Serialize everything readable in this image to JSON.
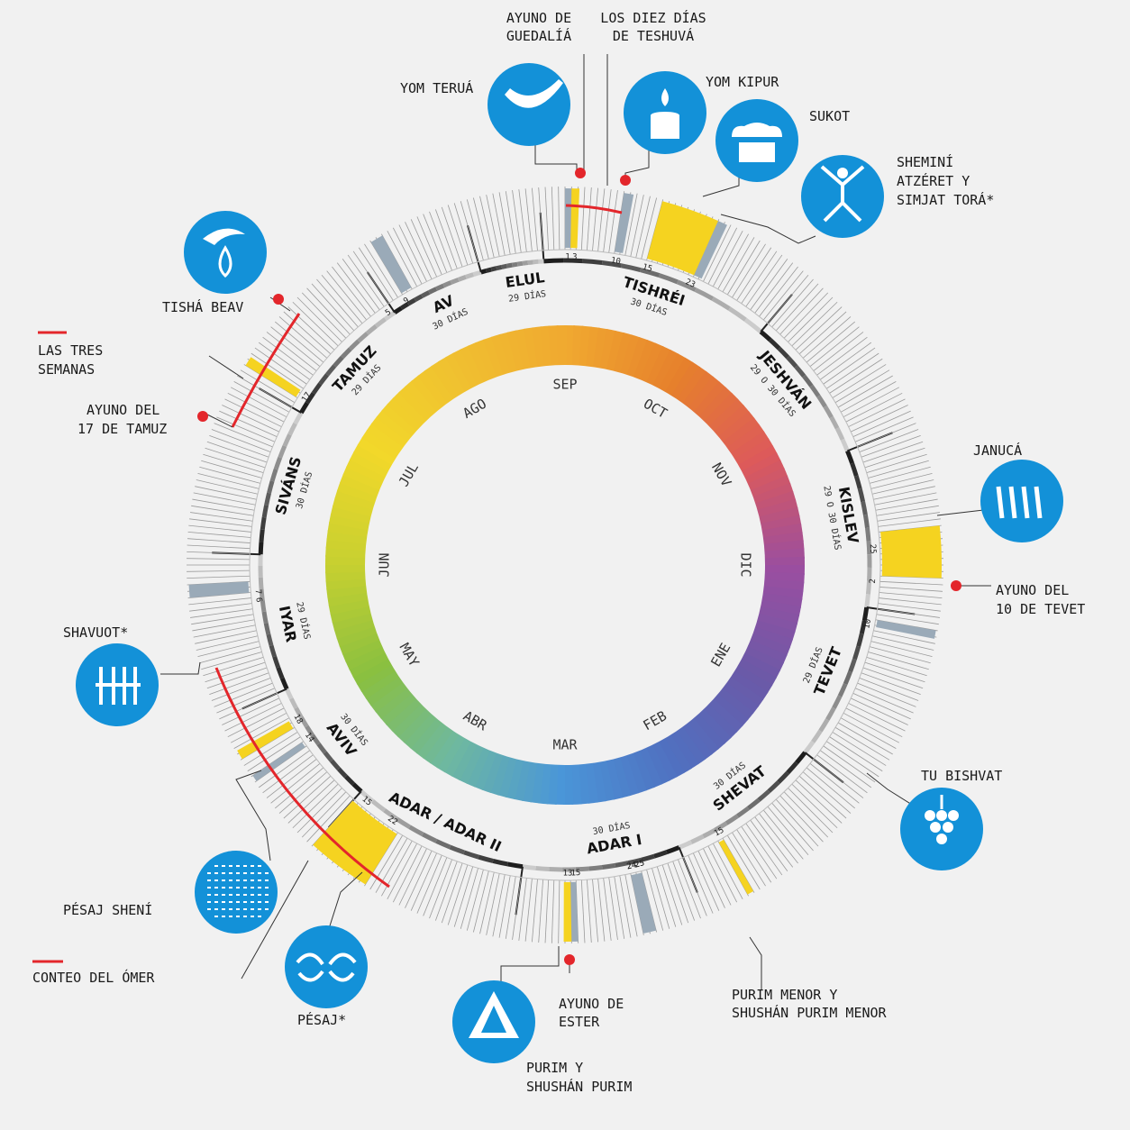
{
  "months_hebrew": [
    {
      "name": "TISHRÉI",
      "days": "30 DÍAS"
    },
    {
      "name": "JESHVÁN",
      "days": "29 O 30 DÍAS"
    },
    {
      "name": "KISLEV",
      "days": "29 O 30 DÍAS"
    },
    {
      "name": "TEVET",
      "days": "29 DÍAS"
    },
    {
      "name": "SHEVAT",
      "days": "30 DÍAS"
    },
    {
      "name": "ADAR I",
      "days": "30 DÍAS"
    },
    {
      "name": "ADAR / ADAR II",
      "days": ""
    },
    {
      "name": "AVIV",
      "days": "30 DÍAS"
    },
    {
      "name": "IYAR",
      "days": "29 DÍAS"
    },
    {
      "name": "SIVÁNS",
      "days": "30 DÍAS"
    },
    {
      "name": "TAMUZ",
      "days": "29 DÍAS"
    },
    {
      "name": "AV",
      "days": "30 DÍAS"
    },
    {
      "name": "ELUL",
      "days": "29 DÍAS"
    }
  ],
  "months_gregorian": [
    "SEP",
    "OCT",
    "NOV",
    "DIC",
    "ENE",
    "FEB",
    "MAR",
    "ABR",
    "MAY",
    "JUN",
    "JUL",
    "AGO"
  ],
  "day_numbers": [
    "1",
    "3",
    "10",
    "15",
    "23",
    "25",
    "2",
    "10",
    "15",
    "25",
    "24",
    "25",
    "24",
    "15",
    "13",
    "22",
    "15",
    "18",
    "14",
    "7",
    "6",
    "17",
    "9",
    "5"
  ],
  "holidays": {
    "ayuno_guedalia": [
      "AYUNO DE",
      "GUEDALÍÁ"
    ],
    "diez_dias": [
      "LOS DIEZ DÍAS",
      "DE TESHUVÁ"
    ],
    "yom_terua": "YOM TERUÁ",
    "yom_kipur": "YOM KIPUR",
    "sukot": "SUKOT",
    "shemini": [
      "SHEMINÍ",
      "ATZÉRET Y",
      "SIMJAT TORÁ*"
    ],
    "januca": "JANUCÁ",
    "ayuno_tevet": [
      "AYUNO DEL",
      "10 DE TEVET"
    ],
    "tu_bishvat": "TU BISHVAT",
    "purim_menor": [
      "PURIM MENOR Y",
      "SHUSHÁN PURIM MENOR"
    ],
    "ayuno_ester": [
      "AYUNO DE",
      "ESTER"
    ],
    "purim": [
      "PURIM Y",
      "SHUSHÁN PURIM"
    ],
    "pesaj": "PÉSAJ*",
    "conteo_omer": "CONTEO DEL ÓMER",
    "pesaj_sheni": "PÉSAJ SHENÍ",
    "shavuot": "SHAVUOT*",
    "ayuno_tamuz": [
      "AYUNO DEL",
      "17 DE TAMUZ"
    ],
    "tres_semanas": [
      "LAS TRES",
      "SEMANAS"
    ],
    "tisha_beav": "TISHÁ BEAV"
  },
  "colors": {
    "blue": "#1391d8",
    "red": "#e3262b",
    "yellow": "#f5d320",
    "grey_block": "#9aaab8"
  }
}
